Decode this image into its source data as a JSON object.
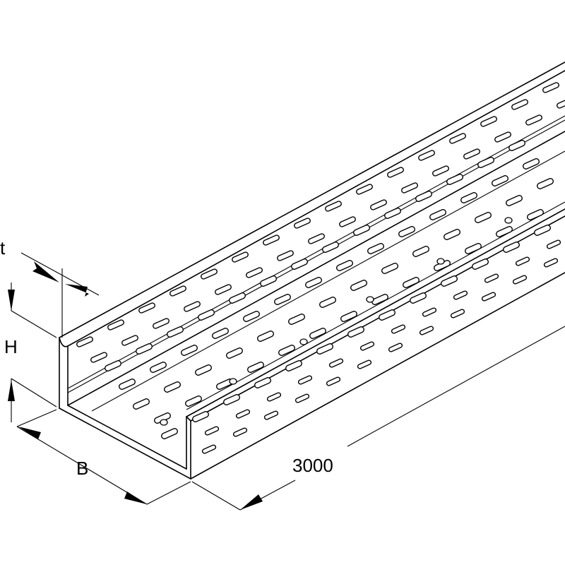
{
  "dimensions": {
    "thickness_label": "t",
    "height_label": "H",
    "width_label": "B",
    "length_label": "3000"
  },
  "colors": {
    "line": "#000000",
    "background": "#ffffff"
  }
}
